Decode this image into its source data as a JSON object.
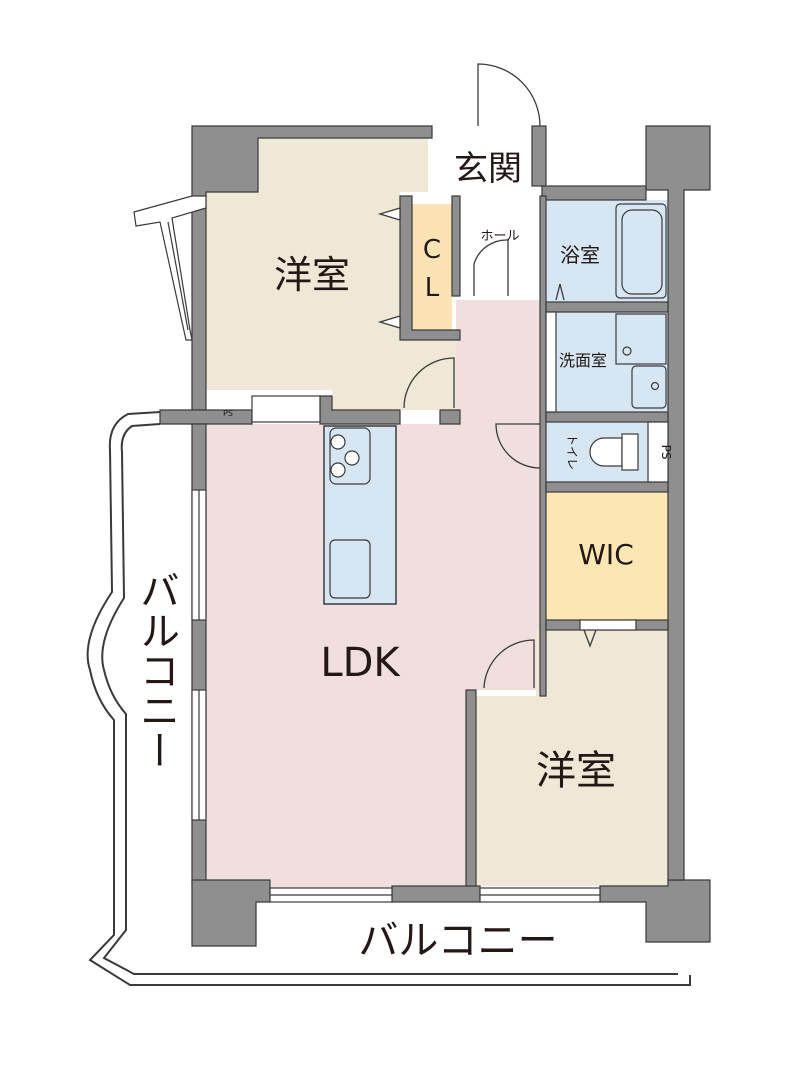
{
  "rooms": {
    "western_room_1": "洋室",
    "closet": "CL",
    "entrance": "玄関",
    "hall": "ホール",
    "bathroom": "浴室",
    "washroom": "洗面室",
    "toilet": "トイレ",
    "pipe_space_small": "PS",
    "pipe_space_right": "PS",
    "walk_in_closet": "WIC",
    "ldk": "LDK",
    "western_room_2": "洋室"
  },
  "balconies": {
    "left": "バルコニー",
    "bottom": "バルコニー"
  },
  "colors": {
    "wall": "#8f8f8f",
    "outline": "#3a3a3a",
    "ldk_floor": "#f1dfe0",
    "western_room_floor": "#f0e8d6",
    "closet_floor": "#fbe3b4",
    "wet_area_floor": "#d6e6f3",
    "entrance_floor": "#ffffff"
  }
}
